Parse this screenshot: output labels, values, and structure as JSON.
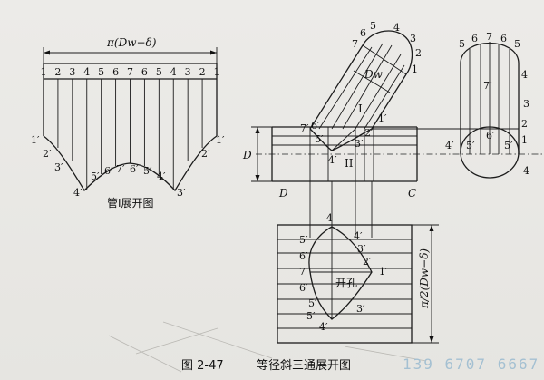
{
  "developed_pattern": {
    "width_formula": "π(Dw−δ)",
    "top_numbers": [
      "1",
      "2",
      "3",
      "4",
      "5",
      "6",
      "7",
      "6",
      "5",
      "4",
      "3",
      "2",
      "1"
    ],
    "curve_labels": [
      "1′",
      "2′",
      "3′",
      "4′",
      "5′",
      "6′",
      "7′",
      "6′",
      "5′",
      "4′",
      "3′",
      "2′",
      "1′"
    ],
    "title": "管I展开图"
  },
  "elevation": {
    "branch_top_numbers": [
      "7",
      "6",
      "5",
      "4",
      "3",
      "2",
      "1"
    ],
    "branch_diameter": "Dw",
    "branch_name": "I",
    "main_name": "II",
    "main_diameter": "D",
    "left_letter": "D",
    "right_letter": "C",
    "intersection_labels": [
      "7′",
      "6′",
      "5′",
      "4′",
      "3′",
      "2′",
      "1′"
    ]
  },
  "side_view": {
    "top_numbers": [
      "5",
      "6",
      "7",
      "6",
      "5"
    ],
    "right_numbers": [
      "4",
      "3",
      "2",
      "1",
      "4"
    ],
    "inner_labels": [
      "7′",
      "4′",
      "5′",
      "6′",
      "5′"
    ]
  },
  "hole_pattern": {
    "left_labels": [
      "4",
      "5′",
      "6′",
      "7′",
      "6′",
      "5′"
    ],
    "curve_labels": [
      "4′",
      "3′",
      "2′",
      "1′",
      "3′",
      "4′",
      "5′"
    ],
    "title": "开孔",
    "height_formula": "π/2(Dw−δ)"
  },
  "caption": {
    "number": "图 2-47",
    "text": "等径斜三通展开图"
  },
  "watermark": "139 6707 6667"
}
